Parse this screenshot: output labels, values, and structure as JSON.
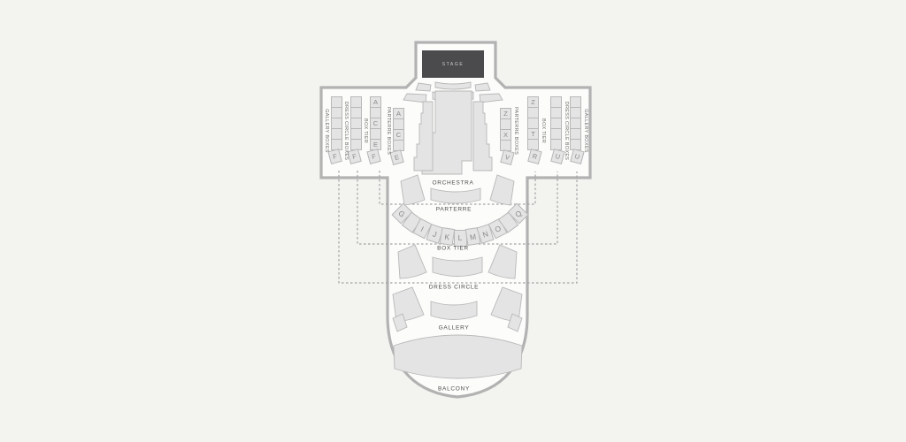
{
  "map": {
    "stage_label": "STAGE",
    "labels": {
      "orchestra": "ORCHESTRA",
      "parterre": "PARTERRE",
      "box_tier": "BOX TIER",
      "dress_circle": "DRESS CIRCLE",
      "gallery": "GALLERY",
      "balcony": "BALCONY"
    },
    "left_columns": [
      {
        "label": "GALLERY BOXES",
        "cells": [
          "",
          "",
          "",
          "",
          ""
        ],
        "wedge": "F"
      },
      {
        "label": "DRESS CIRCLE BOXES",
        "cells": [
          "",
          "",
          "",
          "",
          ""
        ],
        "wedge": "F"
      },
      {
        "label": "BOX TIER",
        "cells": [
          "A",
          "",
          "C",
          "",
          "E"
        ],
        "wedge": "F"
      },
      {
        "label": "PARTERRE BOXES",
        "cells": [
          "A",
          "",
          "C",
          ""
        ],
        "wedge": "E"
      }
    ],
    "right_columns": [
      {
        "label": "PARTERRE BOXES",
        "cells": [
          "Z",
          "",
          "X",
          ""
        ],
        "wedge": "V"
      },
      {
        "label": "BOX TIER",
        "cells": [
          "Z",
          "",
          "",
          "T",
          ""
        ],
        "wedge": "R"
      },
      {
        "label": "DRESS CIRCLE BOXES",
        "cells": [
          "",
          "",
          "",
          "",
          ""
        ],
        "wedge": "U"
      },
      {
        "label": "GALLERY BOXES",
        "cells": [
          "",
          "",
          "",
          "",
          ""
        ],
        "wedge": "U"
      }
    ],
    "rear_boxes": [
      "G",
      "",
      "I",
      "J",
      "K",
      "L",
      "M",
      "N",
      "O",
      "",
      "Q"
    ],
    "colors": {
      "background": "#f3f3f0",
      "venue_fill": "#fcfcfa",
      "outline": "#b2b2b2",
      "section_fill": "#e3e4e3",
      "section_border": "#b7b8b8",
      "dashed_line": "#a3a3a3",
      "stage_fill": "#4b4b4d"
    }
  }
}
